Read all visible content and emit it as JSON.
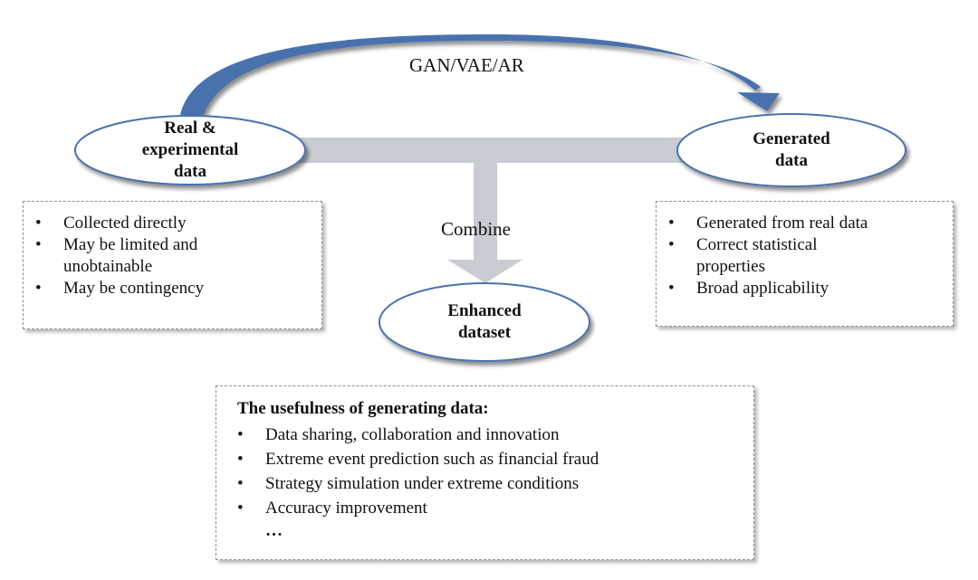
{
  "diagram": {
    "arc_label": "GAN/VAE/AR",
    "combine_label": "Combine",
    "nodes": {
      "real": "Real & experimental data",
      "real_lines": [
        "Real &",
        "experimental",
        "data"
      ],
      "generated": "Generated data",
      "generated_lines": [
        "Generated",
        "data"
      ],
      "enhanced": "Enhanced dataset",
      "enhanced_lines": [
        "Enhanced",
        "dataset"
      ]
    },
    "real_box": {
      "items": [
        {
          "bullet": "•",
          "lines": [
            "Collected directly"
          ]
        },
        {
          "bullet": "•",
          "lines": [
            "May be limited and",
            "unobtainable"
          ]
        },
        {
          "bullet": "•",
          "lines": [
            "May be contingency"
          ]
        }
      ]
    },
    "generated_box": {
      "items": [
        {
          "bullet": "•",
          "lines": [
            "Generated from real data"
          ]
        },
        {
          "bullet": "•",
          "lines": [
            "Correct statistical",
            "properties"
          ]
        },
        {
          "bullet": "•",
          "lines": [
            "Broad applicability"
          ]
        }
      ]
    },
    "usefulness_box": {
      "title": "The usefulness of generating data:",
      "items": [
        {
          "bullet": "•",
          "text": "Data sharing, collaboration and innovation"
        },
        {
          "bullet": "•",
          "text": "Extreme event prediction such as financial fraud"
        },
        {
          "bullet": "•",
          "text": "Strategy simulation under extreme conditions"
        },
        {
          "bullet": "•",
          "text": "Accuracy improvement"
        }
      ],
      "ellipsis": "…"
    },
    "colors": {
      "arrow_blue": "#4a72ad",
      "ellipse_stroke": "#4a72ad",
      "connector_gray": "#c9ccd2",
      "box_border": "#8a9099"
    }
  }
}
